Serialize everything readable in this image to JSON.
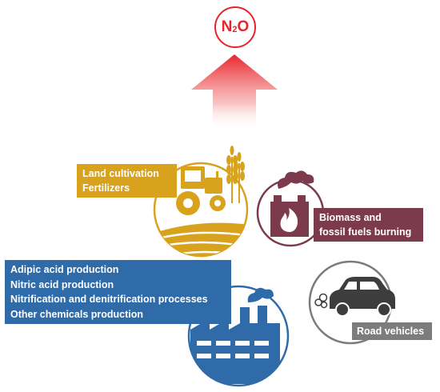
{
  "gas": {
    "main": "N",
    "sub": "2",
    "tail": "O"
  },
  "sources": {
    "land": {
      "lines": [
        "Land cultivation",
        "Fertilizers"
      ]
    },
    "biomass": {
      "lines": [
        "Biomass and",
        "fossil fuels burning"
      ]
    },
    "industry": {
      "lines": [
        "Adipic acid production",
        "Nitric acid production",
        "Nitrification and denitrification processes",
        "Other chemicals production"
      ]
    },
    "road": {
      "lines": [
        "Road vehicles"
      ]
    }
  },
  "icons": [
    "arrow-up-icon",
    "tractor-icon",
    "wheat-icon",
    "factory-smoke-icon",
    "fire-icon",
    "factory-icon",
    "car-icon"
  ],
  "colors": {
    "n2o": "#e8242b",
    "land": "#d8a21c",
    "biomass": "#7c3b4c",
    "industry": "#2f6ba9",
    "road": "#7c7c7c"
  }
}
